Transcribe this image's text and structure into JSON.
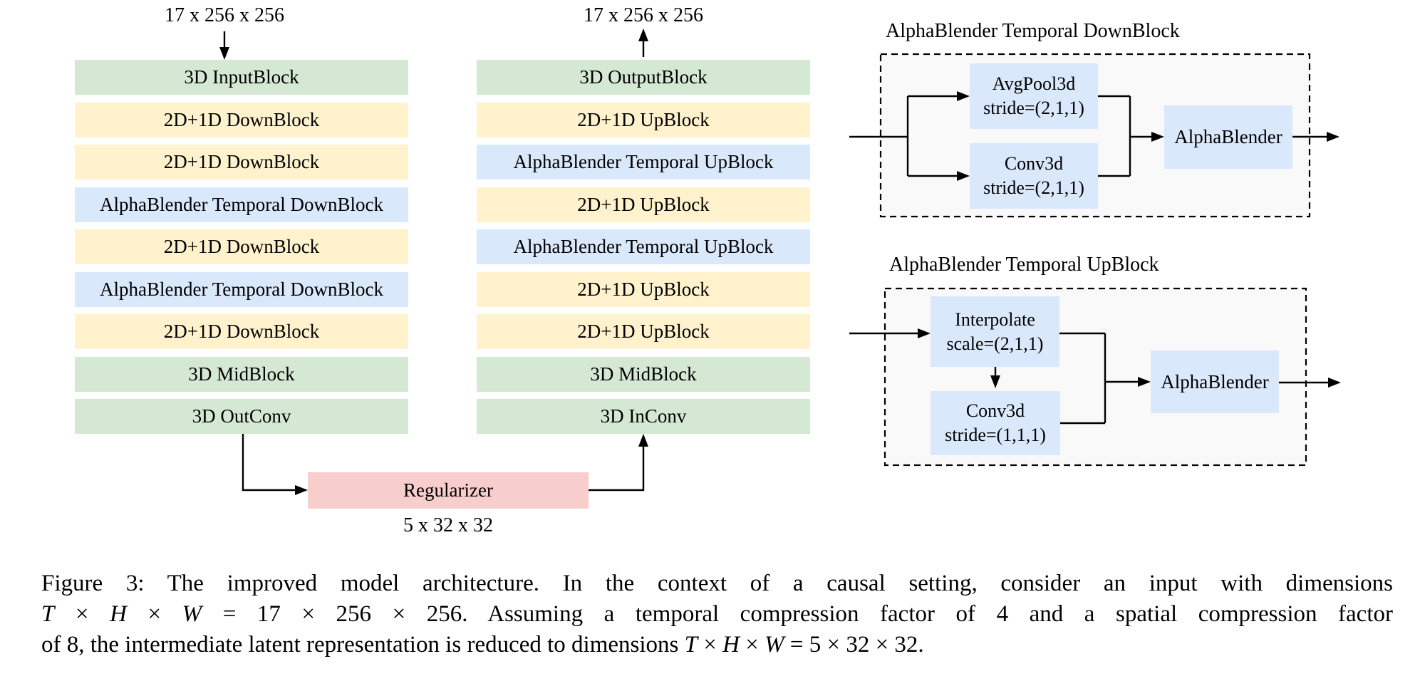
{
  "colors": {
    "green": "#d5e8d4",
    "yellow": "#fff2cc",
    "blue": "#dae8fc",
    "pink": "#f8cecc",
    "panel": "#f9f9f9"
  },
  "labels": {
    "input_dims": "17 x 256 x 256",
    "output_dims": "17 x 256 x 256",
    "latent_dims": "5 x 32 x 32"
  },
  "encoder": {
    "blocks": [
      {
        "label": "3D InputBlock",
        "color": "green"
      },
      {
        "label": "2D+1D DownBlock",
        "color": "yellow"
      },
      {
        "label": "2D+1D DownBlock",
        "color": "yellow"
      },
      {
        "label": "AlphaBlender Temporal DownBlock",
        "color": "blue"
      },
      {
        "label": "2D+1D DownBlock",
        "color": "yellow"
      },
      {
        "label": "AlphaBlender Temporal DownBlock",
        "color": "blue"
      },
      {
        "label": "2D+1D DownBlock",
        "color": "yellow"
      },
      {
        "label": "3D MidBlock",
        "color": "green"
      },
      {
        "label": "3D OutConv",
        "color": "green"
      }
    ]
  },
  "decoder": {
    "blocks": [
      {
        "label": "3D OutputBlock",
        "color": "green"
      },
      {
        "label": "2D+1D UpBlock",
        "color": "yellow"
      },
      {
        "label": "AlphaBlender Temporal UpBlock",
        "color": "blue"
      },
      {
        "label": "2D+1D UpBlock",
        "color": "yellow"
      },
      {
        "label": "AlphaBlender Temporal UpBlock",
        "color": "blue"
      },
      {
        "label": "2D+1D UpBlock",
        "color": "yellow"
      },
      {
        "label": "2D+1D UpBlock",
        "color": "yellow"
      },
      {
        "label": "3D MidBlock",
        "color": "green"
      },
      {
        "label": "3D InConv",
        "color": "green"
      }
    ]
  },
  "regularizer": {
    "label": "Regularizer"
  },
  "detail_down": {
    "title": "AlphaBlender Temporal DownBlock",
    "avgpool": [
      "AvgPool3d",
      "stride=(2,1,1)"
    ],
    "conv": [
      "Conv3d",
      "stride=(2,1,1)"
    ],
    "blender": "AlphaBlender"
  },
  "detail_up": {
    "title": "AlphaBlender Temporal UpBlock",
    "interpolate": [
      "Interpolate",
      "scale=(2,1,1)"
    ],
    "conv": [
      "Conv3d",
      "stride=(1,1,1)"
    ],
    "blender": "AlphaBlender"
  },
  "caption": {
    "lines": [
      {
        "segments": [
          {
            "t": "Figure 3: The improved model architecture. In the context of a causal setting, consider an input with dimensions",
            "i": false
          }
        ]
      },
      {
        "segments": [
          {
            "t": "T",
            "i": true
          },
          {
            "t": " × ",
            "i": false
          },
          {
            "t": "H",
            "i": true
          },
          {
            "t": " × ",
            "i": false
          },
          {
            "t": "W",
            "i": true
          },
          {
            "t": " = 17 × 256 × 256. Assuming a temporal compression factor of 4 and a spatial compression factor",
            "i": false
          }
        ]
      },
      {
        "segments": [
          {
            "t": "of 8, the intermediate latent representation is reduced to dimensions ",
            "i": false
          },
          {
            "t": "T",
            "i": true
          },
          {
            "t": " × ",
            "i": false
          },
          {
            "t": "H",
            "i": true
          },
          {
            "t": " × ",
            "i": false
          },
          {
            "t": "W",
            "i": true
          },
          {
            "t": " = 5 × 32 × 32.",
            "i": false
          }
        ]
      }
    ]
  }
}
